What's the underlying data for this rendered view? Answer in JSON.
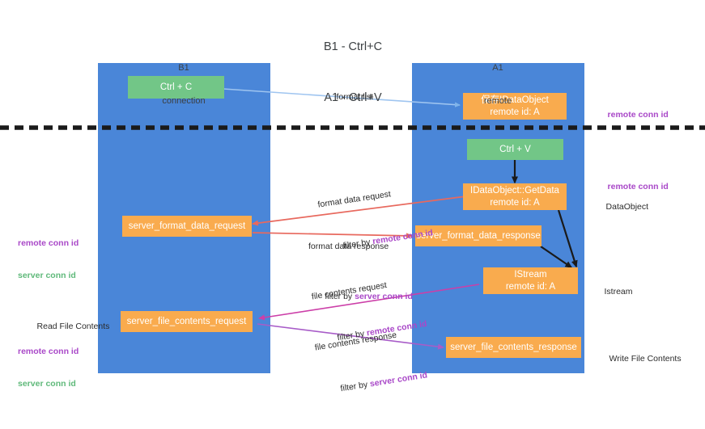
{
  "title": {
    "line1": "B1 - Ctrl+C",
    "line2": "A1 - Ctrl+V"
  },
  "columns": [
    {
      "id": "b1",
      "line1": "B1",
      "line2": "connection",
      "color": "#4a86d8"
    },
    {
      "id": "a1",
      "line1": "A1",
      "line2": "remote",
      "color": "#4a86d8"
    }
  ],
  "nodes": {
    "ctrl_c": {
      "line1": "Ctrl + C",
      "line2": "",
      "color": "#72c687"
    },
    "save_idataobject": {
      "line1": "保存IDataObject",
      "line2": "remote id: A",
      "color": "#f9ab4e"
    },
    "ctrl_v": {
      "line1": "Ctrl + V",
      "line2": "",
      "color": "#72c687"
    },
    "idataobject_getdata": {
      "line1": "IDataObject::GetData",
      "line2": "remote id: A",
      "color": "#f9ab4e"
    },
    "server_format_data_request": {
      "line1": "server_format_data_request",
      "line2": "",
      "color": "#f9ab4e"
    },
    "server_format_data_response": {
      "line1": "server_format_data_response",
      "line2": "",
      "color": "#f9ab4e"
    },
    "istream": {
      "line1": "IStream",
      "line2": "remote id: A",
      "color": "#f9ab4e"
    },
    "server_file_contents_request": {
      "line1": "server_file_contents_request",
      "line2": "",
      "color": "#f9ab4e"
    },
    "server_file_contents_response": {
      "line1": "server_file_contents_response",
      "line2": "",
      "color": "#f9ab4e"
    }
  },
  "edge_labels": {
    "format_list": {
      "text": "format list"
    },
    "format_data_request": {
      "line1": "format data request",
      "prefix": "filter by ",
      "tag": "remote conn id"
    },
    "format_data_response": {
      "line1": "format data response",
      "prefix": "filter by ",
      "tag": "server conn id"
    },
    "file_contents_request": {
      "line1": "file contents request",
      "prefix": "filter by ",
      "tag": "remote conn id"
    },
    "file_contents_response": {
      "line1": "file contents response",
      "prefix": "filter by ",
      "tag": "server conn id"
    }
  },
  "side_labels": {
    "right_remote_conn_id_top": "remote conn id",
    "right_remote_conn_id_mid": "remote conn id",
    "right_dataobject": "DataObject",
    "right_istream": "Istream",
    "right_write_file_contents": "Write File Contents",
    "left_remote_conn_id": "remote conn id",
    "left_server_conn_id": "server conn id",
    "left_read_file_contents": "Read File Contents",
    "left_remote_conn_id_2": "remote conn id",
    "left_server_conn_id_2": "server conn id"
  },
  "colors": {
    "column_blue": "#4a86d8",
    "node_orange": "#f9ab4e",
    "node_green": "#72c687",
    "arrow_blue": "#9fc5f0",
    "arrow_red": "#e8695e",
    "arrow_magenta": "#cc3fa8",
    "arrow_purple": "#a85cc8",
    "arrow_black": "#1a1a1a",
    "tag_purple": "#a948c8",
    "tag_green": "#5fb97a",
    "dashed_line": "#1a1a1a"
  }
}
